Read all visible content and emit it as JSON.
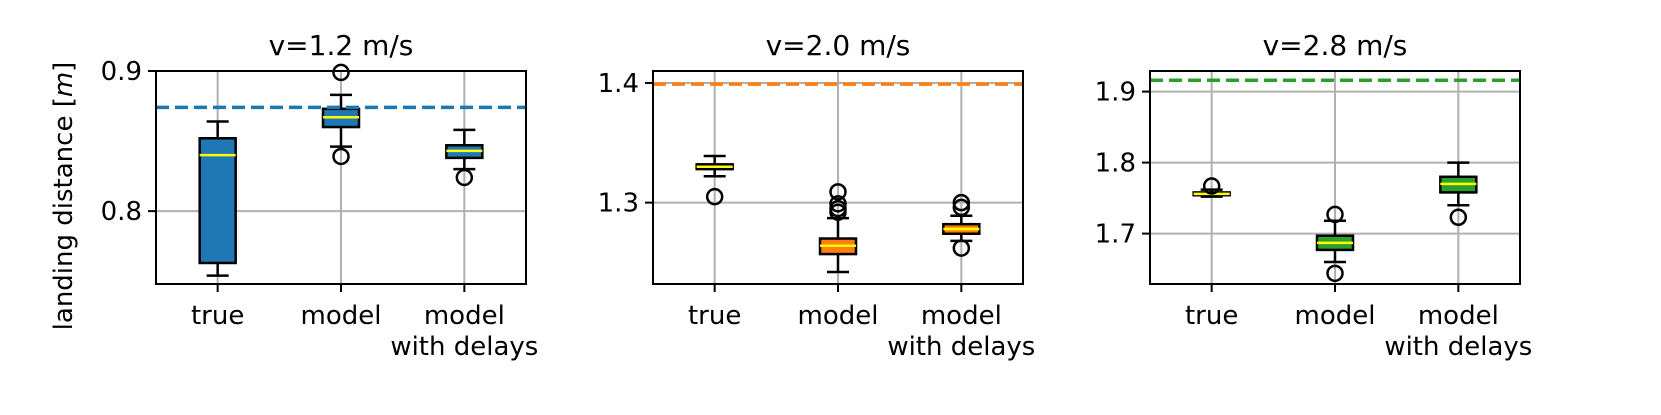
{
  "figure": {
    "ylabel_main": "landing distance [",
    "ylabel_unit": "m",
    "ylabel_close": "]"
  },
  "chart_data": [
    {
      "type": "box",
      "title": "v=1.2 m/s",
      "categories": [
        [
          "true"
        ],
        [
          "model"
        ],
        [
          "model",
          "with delays"
        ]
      ],
      "ylim": [
        0.748,
        0.9
      ],
      "yticks": [
        0.8,
        0.9
      ],
      "ytick_labels": [
        "0.8",
        "0.9"
      ],
      "grid": true,
      "box_color": "#1f77b4",
      "median_color": "#ffff00",
      "reference_line": {
        "value": 0.874,
        "color": "#1f77b4",
        "style": "dashed"
      },
      "series": [
        {
          "q1": 0.763,
          "median": 0.84,
          "q3": 0.852,
          "whisker_low": 0.754,
          "whisker_high": 0.864,
          "outliers": []
        },
        {
          "q1": 0.86,
          "median": 0.867,
          "q3": 0.873,
          "whisker_low": 0.846,
          "whisker_high": 0.883,
          "outliers": [
            0.899,
            0.839
          ]
        },
        {
          "q1": 0.838,
          "median": 0.843,
          "q3": 0.847,
          "whisker_low": 0.83,
          "whisker_high": 0.858,
          "outliers": [
            0.824
          ]
        }
      ]
    },
    {
      "type": "box",
      "title": "v=2.0 m/s",
      "categories": [
        [
          "true"
        ],
        [
          "model"
        ],
        [
          "model",
          "with delays"
        ]
      ],
      "ylim": [
        1.232,
        1.41
      ],
      "yticks": [
        1.3,
        1.4
      ],
      "ytick_labels": [
        "1.3",
        "1.4"
      ],
      "grid": true,
      "box_color": "#ff7f0e",
      "median_color": "#ffff00",
      "reference_line": {
        "value": 1.399,
        "color": "#ff7f0e",
        "style": "dashed"
      },
      "series": [
        {
          "q1": 1.328,
          "median": 1.33,
          "q3": 1.332,
          "whisker_low": 1.322,
          "whisker_high": 1.339,
          "outliers": [
            1.305
          ]
        },
        {
          "q1": 1.257,
          "median": 1.264,
          "q3": 1.27,
          "whisker_low": 1.242,
          "whisker_high": 1.287,
          "outliers": [
            1.309,
            1.299,
            1.295,
            1.292
          ]
        },
        {
          "q1": 1.274,
          "median": 1.278,
          "q3": 1.282,
          "whisker_low": 1.268,
          "whisker_high": 1.289,
          "outliers": [
            1.3,
            1.296,
            1.262
          ]
        }
      ]
    },
    {
      "type": "box",
      "title": "v=2.8 m/s",
      "categories": [
        [
          "true"
        ],
        [
          "model"
        ],
        [
          "model",
          "with delays"
        ]
      ],
      "ylim": [
        1.629,
        1.929
      ],
      "yticks": [
        1.7,
        1.8,
        1.9
      ],
      "ytick_labels": [
        "1.7",
        "1.8",
        "1.9"
      ],
      "grid": true,
      "box_color": "#2ca02c",
      "median_color": "#ffff00",
      "reference_line": {
        "value": 1.916,
        "color": "#2ca02c",
        "style": "dashed"
      },
      "series": [
        {
          "q1": 1.754,
          "median": 1.756,
          "q3": 1.758,
          "whisker_low": 1.752,
          "whisker_high": 1.762,
          "outliers": [
            1.767
          ]
        },
        {
          "q1": 1.677,
          "median": 1.687,
          "q3": 1.697,
          "whisker_low": 1.66,
          "whisker_high": 1.718,
          "outliers": [
            1.727,
            1.644
          ]
        },
        {
          "q1": 1.758,
          "median": 1.77,
          "q3": 1.78,
          "whisker_low": 1.74,
          "whisker_high": 1.8,
          "outliers": [
            1.723
          ]
        }
      ]
    }
  ]
}
